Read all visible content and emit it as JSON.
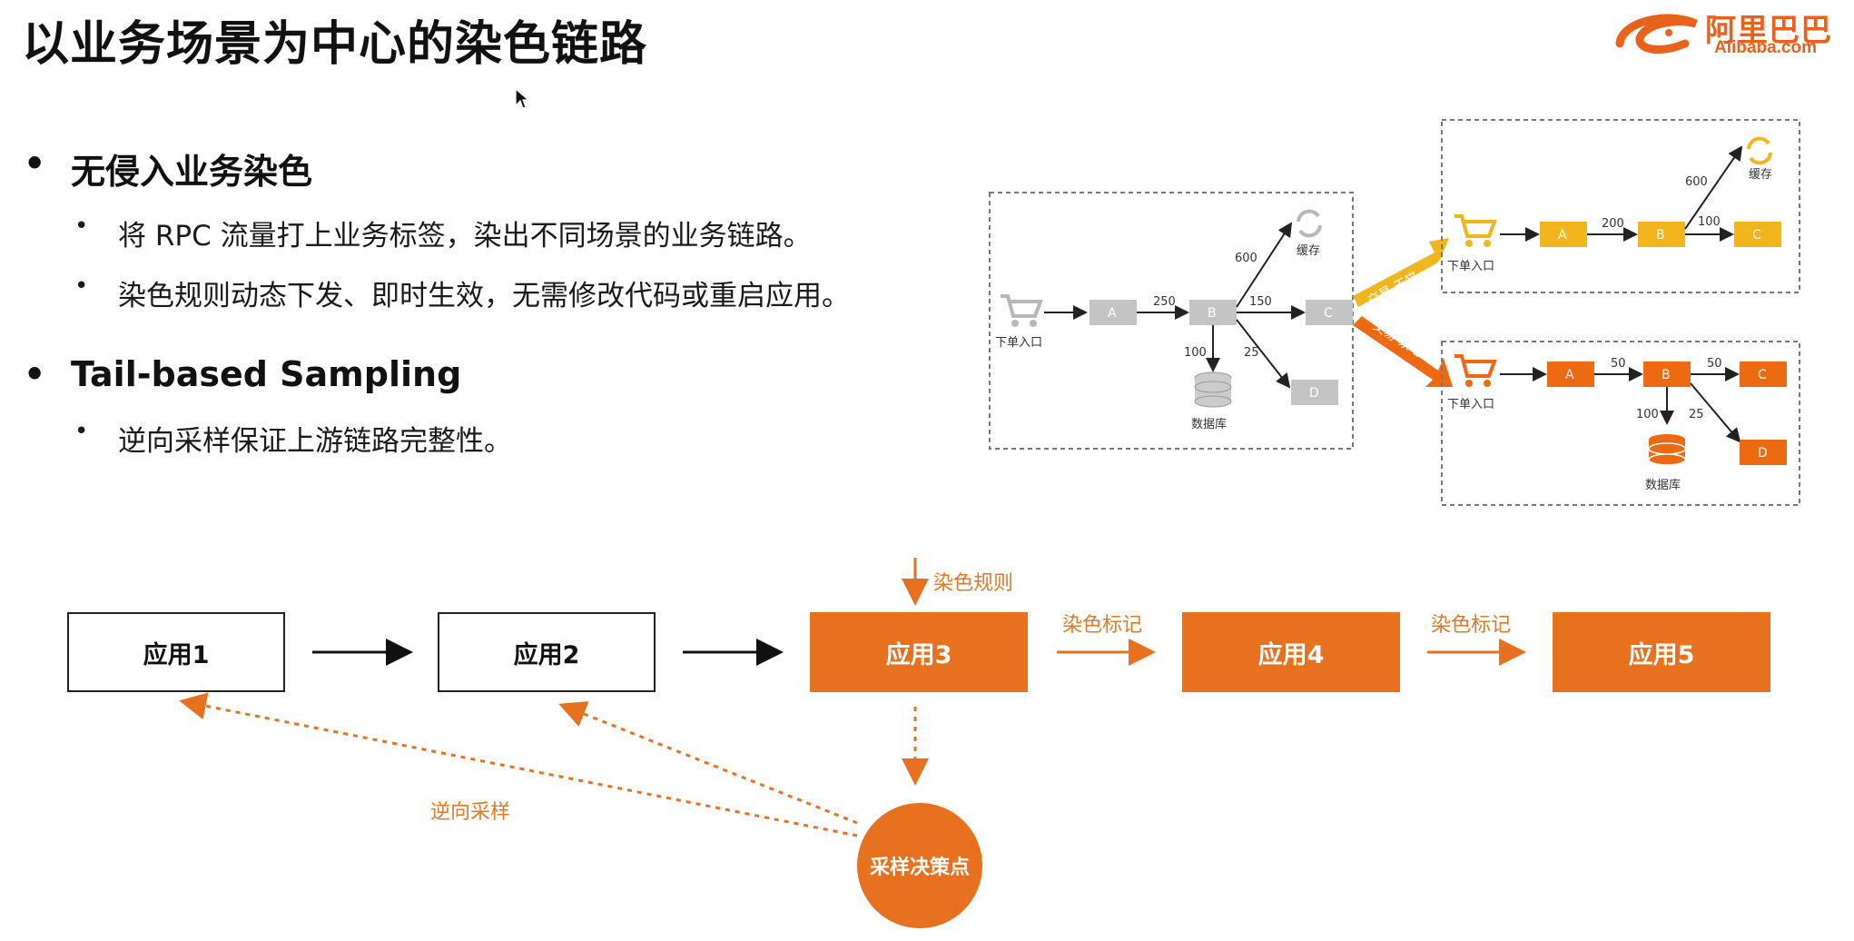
{
  "slide": {
    "title": "以业务场景为中心的染色链路",
    "logo": {
      "cn": "阿里巴巴",
      "en": "Alibaba.com"
    }
  },
  "bullets": {
    "b1": "无侵入业务染色",
    "b1_sub1": "将 RPC 流量打上业务标签，染出不同场景的业务链路。",
    "b1_sub2": "染色规则动态下发、即时生效，无需修改代码或重启应用。",
    "b2": "Tail-based Sampling",
    "b2_sub1": "逆向采样保证上游链路完整性。",
    "dot": "•"
  },
  "topology": {
    "entry_label": "下单入口",
    "nodes": [
      "A",
      "B",
      "C",
      "D"
    ],
    "cache_label": "缓存",
    "db_label": "数据库",
    "main_edges": {
      "a_b": "250",
      "b_cache": "600",
      "b_c": "150",
      "b_db": "100",
      "b_d": "25"
    },
    "branch_top_label": "交易-天猫",
    "branch_bottom_label": "交易-家电",
    "top_edges": {
      "a_b": "200",
      "b_cache": "600",
      "b_c": "100"
    },
    "bottom_edges": {
      "a_b": "50",
      "b_c": "50",
      "b_db": "100",
      "b_d": "25"
    },
    "colors": {
      "grey": "#c4c4c4",
      "yellow": "#f2b61c",
      "orange": "#ee6a12"
    }
  },
  "flow": {
    "apps": [
      "应用1",
      "应用2",
      "应用3",
      "应用4",
      "应用5"
    ],
    "rule_label": "染色规则",
    "mark_label_1": "染色标记",
    "mark_label_2": "染色标记",
    "reverse_label": "逆向采样",
    "decision_label": "采样决策点",
    "accent": "#e8711f"
  }
}
